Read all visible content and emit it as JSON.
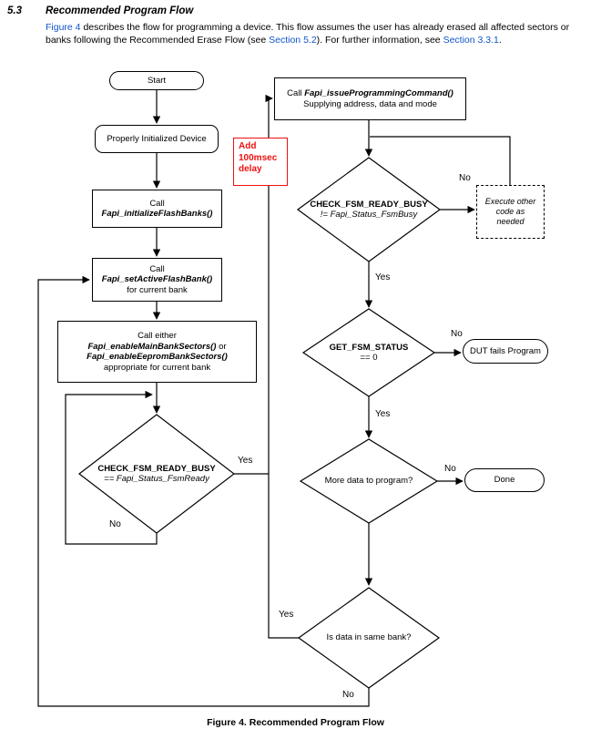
{
  "colors": {
    "link": "#1155CC",
    "annotation_red": "#EE1111",
    "line": "#000000"
  },
  "header": {
    "section_number": "5.3",
    "section_title": "Recommended Program Flow",
    "paragraph": {
      "link_figure": "Figure 4",
      "seg1": " describes the flow for programming a device. This flow assumes the user has already erased all affected sectors or banks following the Recommended Erase Flow (see ",
      "link_section52": "Section 5.2",
      "seg2": "). For further information, see ",
      "link_section331": "Section 3.3.1",
      "seg3": "."
    }
  },
  "flowchart": {
    "nodes": {
      "start": {
        "label": "Start"
      },
      "init_device": {
        "label": "Properly Initialized Device"
      },
      "init_banks": {
        "line1": "Call",
        "fn": "Fapi_initializeFlashBanks()"
      },
      "set_active": {
        "line1": "Call",
        "fn": "Fapi_setActiveFlashBank()",
        "line3": "for current bank"
      },
      "enable_sectors": {
        "line1": "Call either",
        "fn1": "Fapi_enableMainBankSectors()",
        "or_text": " or",
        "fn2": "Fapi_enableEepromBankSectors()",
        "line4": "appropriate for current bank"
      },
      "check_ready": {
        "line1": "CHECK_FSM_READY_BUSY",
        "line2": "== Fapi_Status_FsmReady"
      },
      "issue_cmd": {
        "call": "Call ",
        "fn": "Fapi_issueProgrammingCommand()",
        "line2": "Supplying address, data and mode"
      },
      "check_busy": {
        "line1": "CHECK_FSM_READY_BUSY",
        "line2": "!= Fapi_Status_FsmBusy"
      },
      "execute_other": {
        "line1": "Execute other",
        "line2": "code as",
        "line3": "needed"
      },
      "get_status": {
        "line1": "GET_FSM_STATUS",
        "line2": "== 0"
      },
      "dut_fails": {
        "label": "DUT fails Program"
      },
      "more_data": {
        "label": "More data to program?"
      },
      "done": {
        "label": "Done"
      },
      "same_bank": {
        "label": "Is data in same bank?"
      },
      "delay_note": {
        "line1": "Add",
        "line2": "100msec",
        "line3": "delay"
      }
    },
    "labels": {
      "check_ready_yes": "Yes",
      "check_ready_no": "No",
      "check_busy_no": "No",
      "check_busy_yes": "Yes",
      "get_status_no": "No",
      "get_status_yes": "Yes",
      "more_data_no": "No",
      "same_bank_yes": "Yes",
      "same_bank_no": "No"
    }
  },
  "caption": "Figure 4. Recommended Program Flow"
}
